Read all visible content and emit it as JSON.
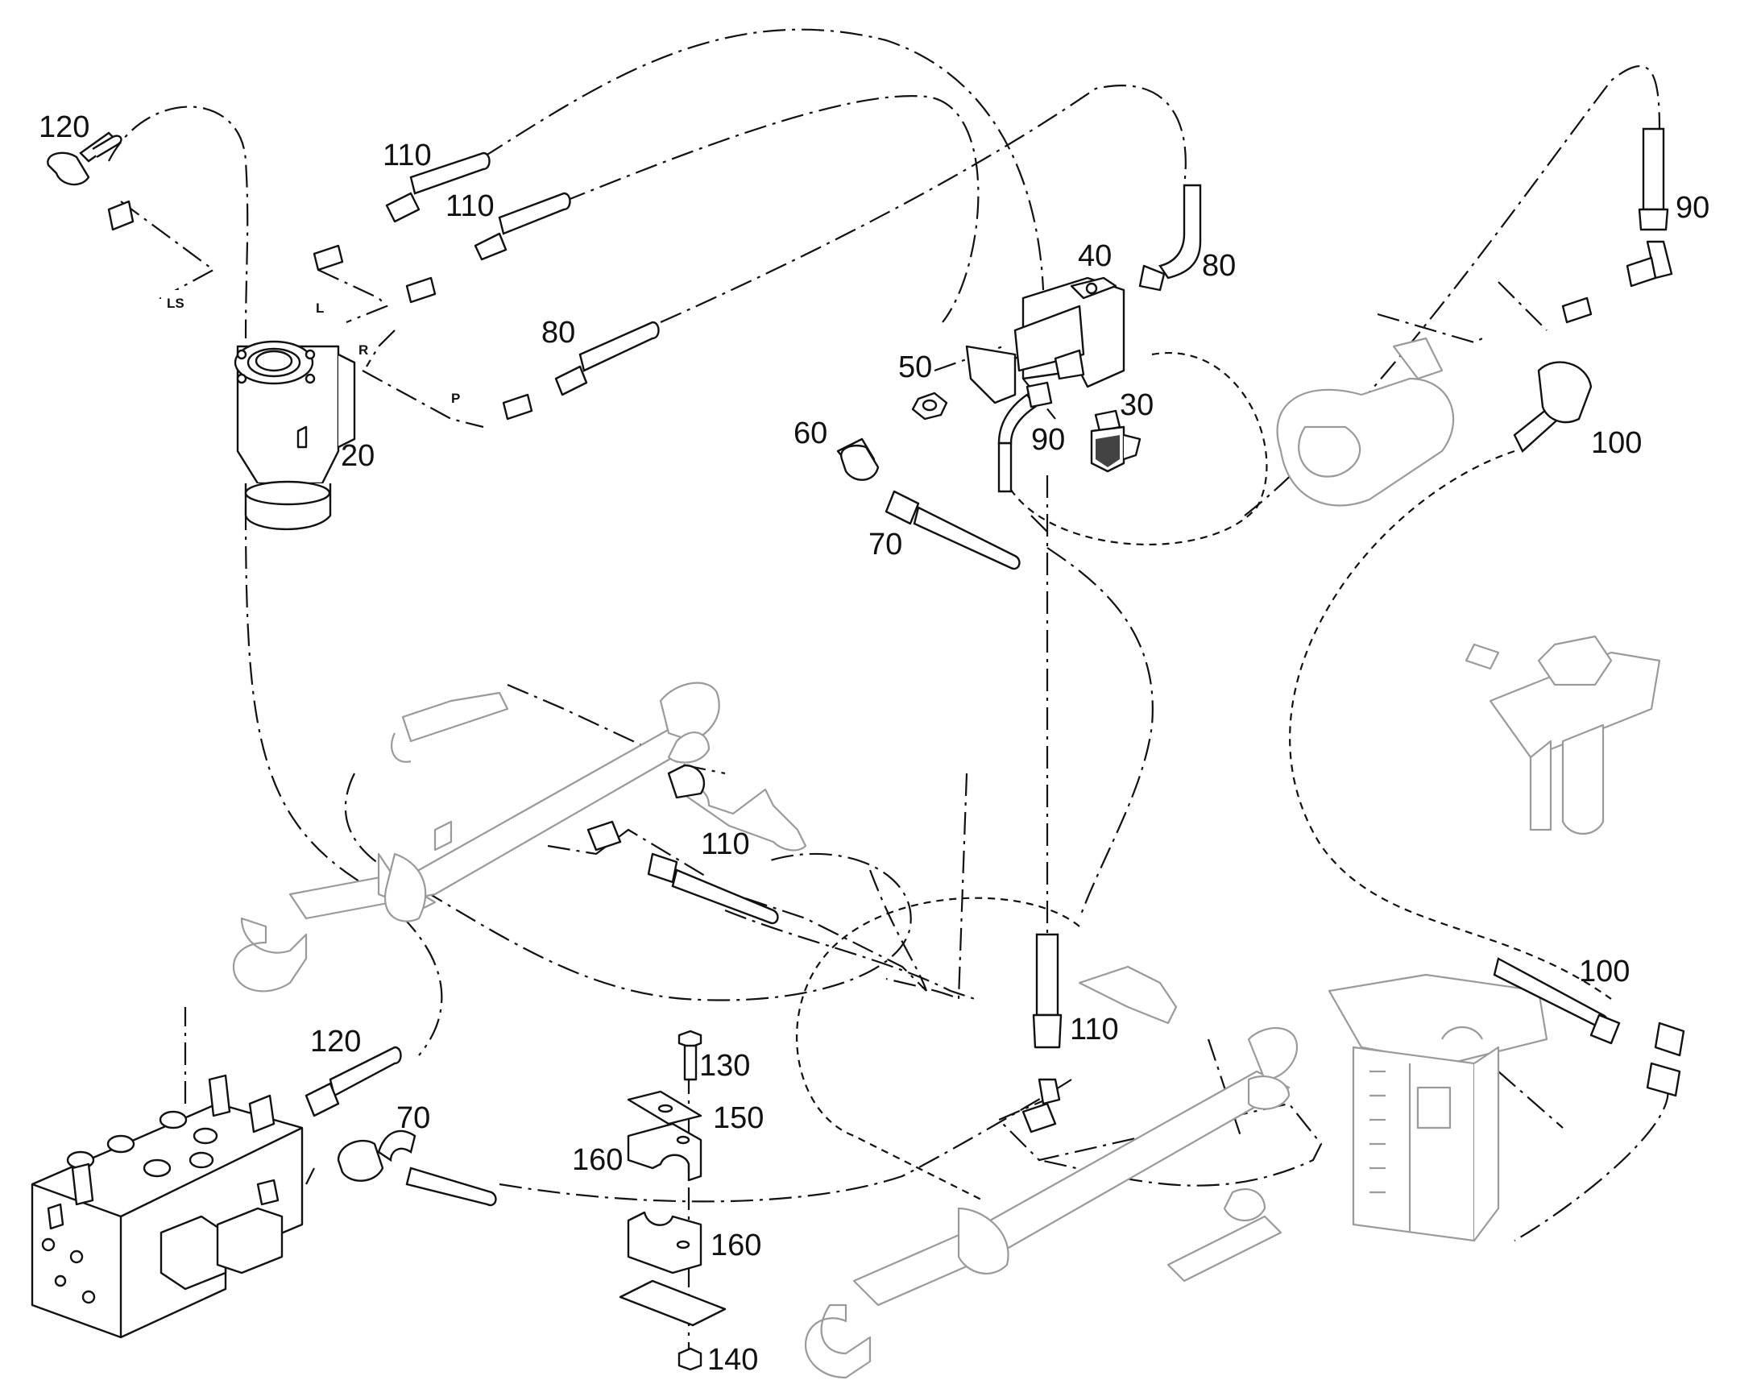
{
  "callouts": [
    {
      "id": "c120a",
      "text": "120"
    },
    {
      "id": "c110a",
      "text": "110"
    },
    {
      "id": "c110b",
      "text": "110"
    },
    {
      "id": "c80a",
      "text": "80"
    },
    {
      "id": "c20",
      "text": "20"
    },
    {
      "id": "c40",
      "text": "40"
    },
    {
      "id": "c80b",
      "text": "80"
    },
    {
      "id": "c50",
      "text": "50"
    },
    {
      "id": "c60",
      "text": "60"
    },
    {
      "id": "c30",
      "text": "30"
    },
    {
      "id": "c90a",
      "text": "90"
    },
    {
      "id": "c70a",
      "text": "70"
    },
    {
      "id": "c90b",
      "text": "90"
    },
    {
      "id": "c100a",
      "text": "100"
    },
    {
      "id": "c110c",
      "text": "110"
    },
    {
      "id": "c120b",
      "text": "120"
    },
    {
      "id": "c70b",
      "text": "70"
    },
    {
      "id": "c130",
      "text": "130"
    },
    {
      "id": "c150",
      "text": "150"
    },
    {
      "id": "c160a",
      "text": "160"
    },
    {
      "id": "c160b",
      "text": "160"
    },
    {
      "id": "c140",
      "text": "140"
    },
    {
      "id": "c110d",
      "text": "110"
    },
    {
      "id": "c100b",
      "text": "100"
    }
  ],
  "ports": {
    "ls": "LS",
    "l": "L",
    "r": "R",
    "p": "P"
  }
}
